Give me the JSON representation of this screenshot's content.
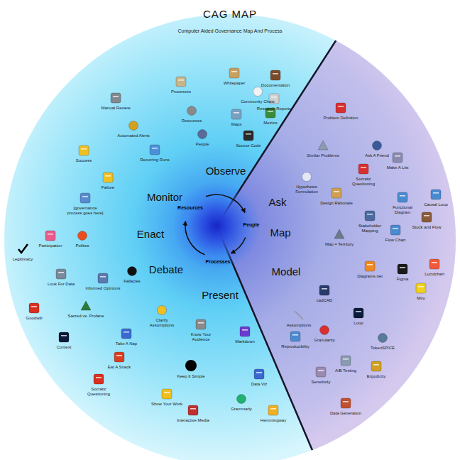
{
  "diagram": {
    "title": "CAG MAP",
    "labels": [
      "Computer Aided Governance Map And Process",
      "Observe",
      "Monitor",
      "Enact",
      "Debate",
      "Present",
      "Ask",
      "Map",
      "Model",
      "Resources",
      "People",
      "Processes",
      "Processes",
      "Whitepaper",
      "Documentation",
      "Community Chats",
      "Research Reports",
      "Resources",
      "Maps",
      "Metrics",
      "People",
      "Source Code",
      "Manual Review",
      "Automated Alerts",
      "Recurring Runs",
      "Success",
      "Failure",
      "[governance process goes here]",
      "Participation",
      "Politics",
      "Legitimacy",
      "Look For Data",
      "Informed Opinions",
      "Fallacies",
      "Goodwill",
      "Sacred vs. Profane",
      "Context",
      "Clarify Assumptions",
      "Take A Nap",
      "Eat A Snack",
      "Socratic Questioning",
      "Know Your Audience",
      "Markdown",
      "Keep It Simple",
      "Data Viz",
      "Show Your Work",
      "Grammarly",
      "Interactive Media",
      "Hemmingway",
      "Problem Definition",
      "Similar Problems",
      "Ask A Friend",
      "Make A List",
      "Socratic Questioning",
      "Hypothesis Formulation",
      "Design Rationale",
      "Functional Diagram",
      "Causal Loop",
      "Stakeholder Mapping",
      "Stock and Flow",
      "Map = Territory",
      "Flow Chart",
      "Diagrams.net",
      "Figma",
      "Lucidchart",
      "Miro",
      "cadCAD",
      "Loop",
      "TokenSPICE",
      "Assumptions",
      "Reproducibility",
      "Granularity",
      "A/B Testing",
      "Ergodicity",
      "Sensitivity",
      "Data Generation"
    ]
  }
}
